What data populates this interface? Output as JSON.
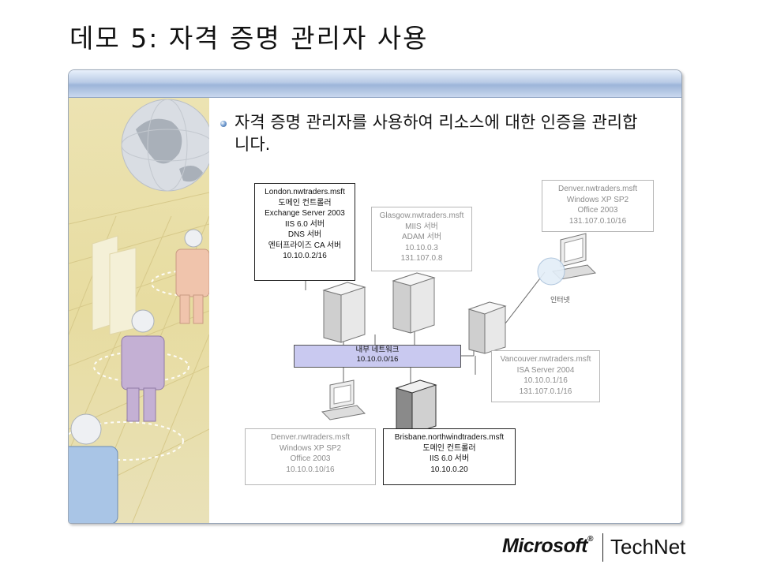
{
  "slide": {
    "title": "데모 5: 자격 증명 관리자 사용",
    "bullet": "자격 증명 관리자를 사용하여 리소스에 대한 인증을 관리합니다."
  },
  "diagram": {
    "london": [
      "London.nwtraders.msft",
      "도메인 컨트롤러",
      "Exchange Server 2003",
      "IIS 6.0 서버",
      "DNS 서버",
      "엔터프라이즈 CA 서버",
      "10.10.0.2/16"
    ],
    "glasgow": [
      "Glasgow.nwtraders.msft",
      "MIIS 서버",
      "ADAM 서버",
      "10.10.0.3",
      "131.107.0.8"
    ],
    "denver_top": [
      "Denver.nwtraders.msft",
      "Windows XP SP2",
      "Office 2003",
      "131.107.0.10/16"
    ],
    "vancouver": [
      "Vancouver.nwtraders.msft",
      "ISA Server 2004",
      "10.10.0.1/16",
      "131.107.0.1/16"
    ],
    "denver_bottom": [
      "Denver.nwtraders.msft",
      "Windows XP SP2",
      "Office 2003",
      "10.10.0.10/16"
    ],
    "brisbane": [
      "Brisbane.northwindtraders.msft",
      "도메인 컨트롤러",
      "IIS 6.0 서버",
      "10.10.0.20"
    ],
    "internal_network": [
      "내부 네트워크",
      "10.10.0.0/16"
    ],
    "internet_label": "인터넷"
  },
  "footer": {
    "microsoft": "Microsoft",
    "reg_mark": "®",
    "technet": "TechNet"
  },
  "colors": {
    "panel_header": "#b9cbe6",
    "left_art_bg": "#e7dca0",
    "network_fill": "#c9c9f0"
  }
}
